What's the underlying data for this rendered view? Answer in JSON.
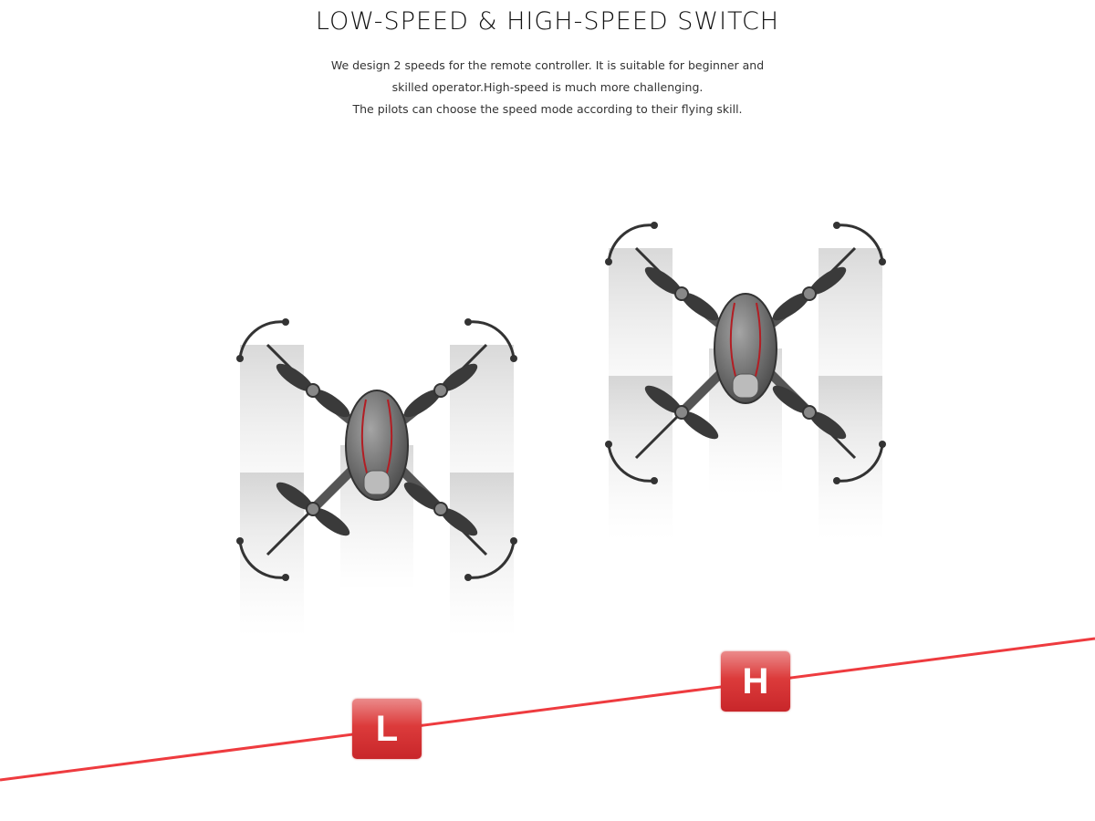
{
  "header": {
    "title": "LOW-SPEED & HIGH-SPEED SWITCH",
    "description": [
      "We design 2 speeds for the remote controller. It is suitable for beginner and",
      "skilled operator.High-speed is much more challenging.",
      "The pilots can choose the speed mode according to their flying skill."
    ]
  },
  "speed_modes": {
    "low": {
      "label": "L"
    },
    "high": {
      "label": "H"
    }
  },
  "colors": {
    "accent": "#ee3b3f",
    "badge": "#d43232",
    "drone_body": "#6b6b6b"
  }
}
